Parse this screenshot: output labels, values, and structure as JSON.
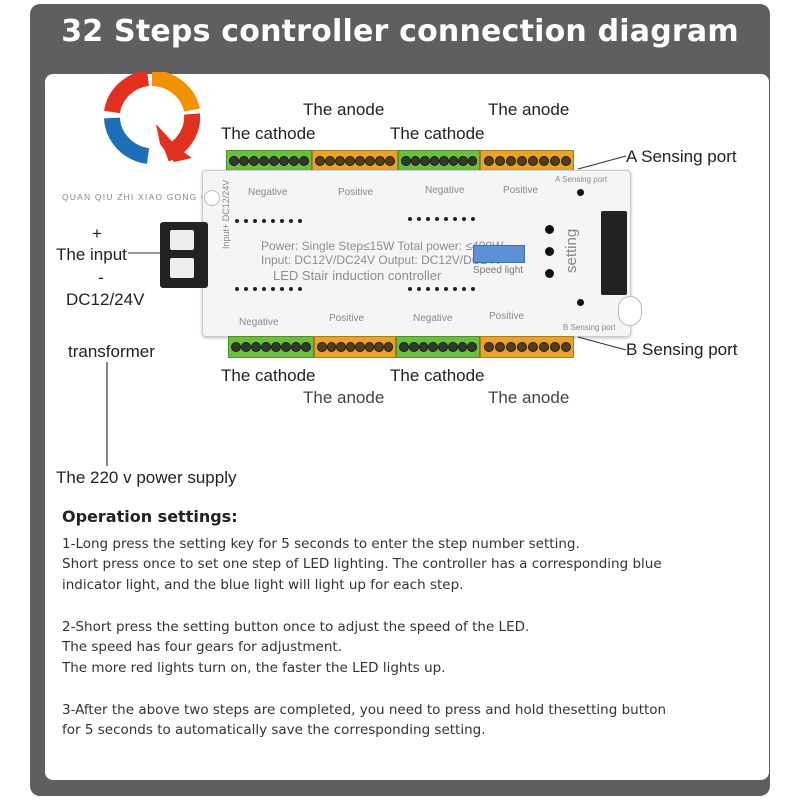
{
  "title": "32 Steps controller connection diagram",
  "logo": {
    "icon": "q-logo-icon",
    "brand_text": "QUAN QIU ZHI XIAO GONG CHANG"
  },
  "labels": {
    "anode_top_left": "The anode",
    "anode_top_right": "The anode",
    "cathode_top_left": "The cathode",
    "cathode_top_right": "The cathode",
    "a_sensing": "A Sensing port",
    "b_sensing": "B Sensing port",
    "cathode_bottom_left": "The cathode",
    "cathode_bottom_right": "The cathode",
    "anode_bottom_left": "The anode",
    "anode_bottom_right": "The anode",
    "input_plus": "+",
    "input": "The input",
    "input_minus": "-",
    "dc": "DC12/24V",
    "transformer": "transformer",
    "supply": "The 220 v power supply"
  },
  "board": {
    "negative_top_1": "Negative",
    "positive_top_1": "Positive",
    "negative_top_2": "Negative",
    "positive_top_2": "Positive",
    "negative_bottom_1": "Negative",
    "positive_bottom_1": "Positive",
    "negative_bottom_2": "Negative",
    "positive_bottom_2": "Positive",
    "a_port": "A Sensing port",
    "b_port": "B Sensing port",
    "power_line": "Power: Single Step≤15W Total power: ≤400W",
    "io_line": "Input: DC12V/DC24V Output: DC12V/DC24V",
    "name_line": "LED Stair induction controller",
    "speed": "Speed light",
    "setting": "setting",
    "input_side": "Input+ DC12/24V"
  },
  "operations": {
    "heading": "Operation settings:",
    "lines": [
      "1-Long press the setting key for 5 seconds to enter the step number setting.",
      "Short press once to set one step of LED lighting. The controller has a corresponding blue",
      "indicator light, and the blue light will light up for each step.",
      "2-Short press the setting button once to adjust the speed of the LED.",
      "The speed has four gears for adjustment.",
      "The more red lights turn on, the faster the LED lights up.",
      "3-After the above two steps are completed, you need to press and hold thesetting button",
      "for 5 seconds to automatically save the corresponding setting."
    ]
  },
  "colors": {
    "frame": "#5d5f60",
    "terminal_green": "#6cbf3e",
    "terminal_orange": "#e9a32a",
    "logo_red": "#e2301f",
    "logo_orange": "#f39200",
    "logo_blue": "#1d6fb8"
  }
}
